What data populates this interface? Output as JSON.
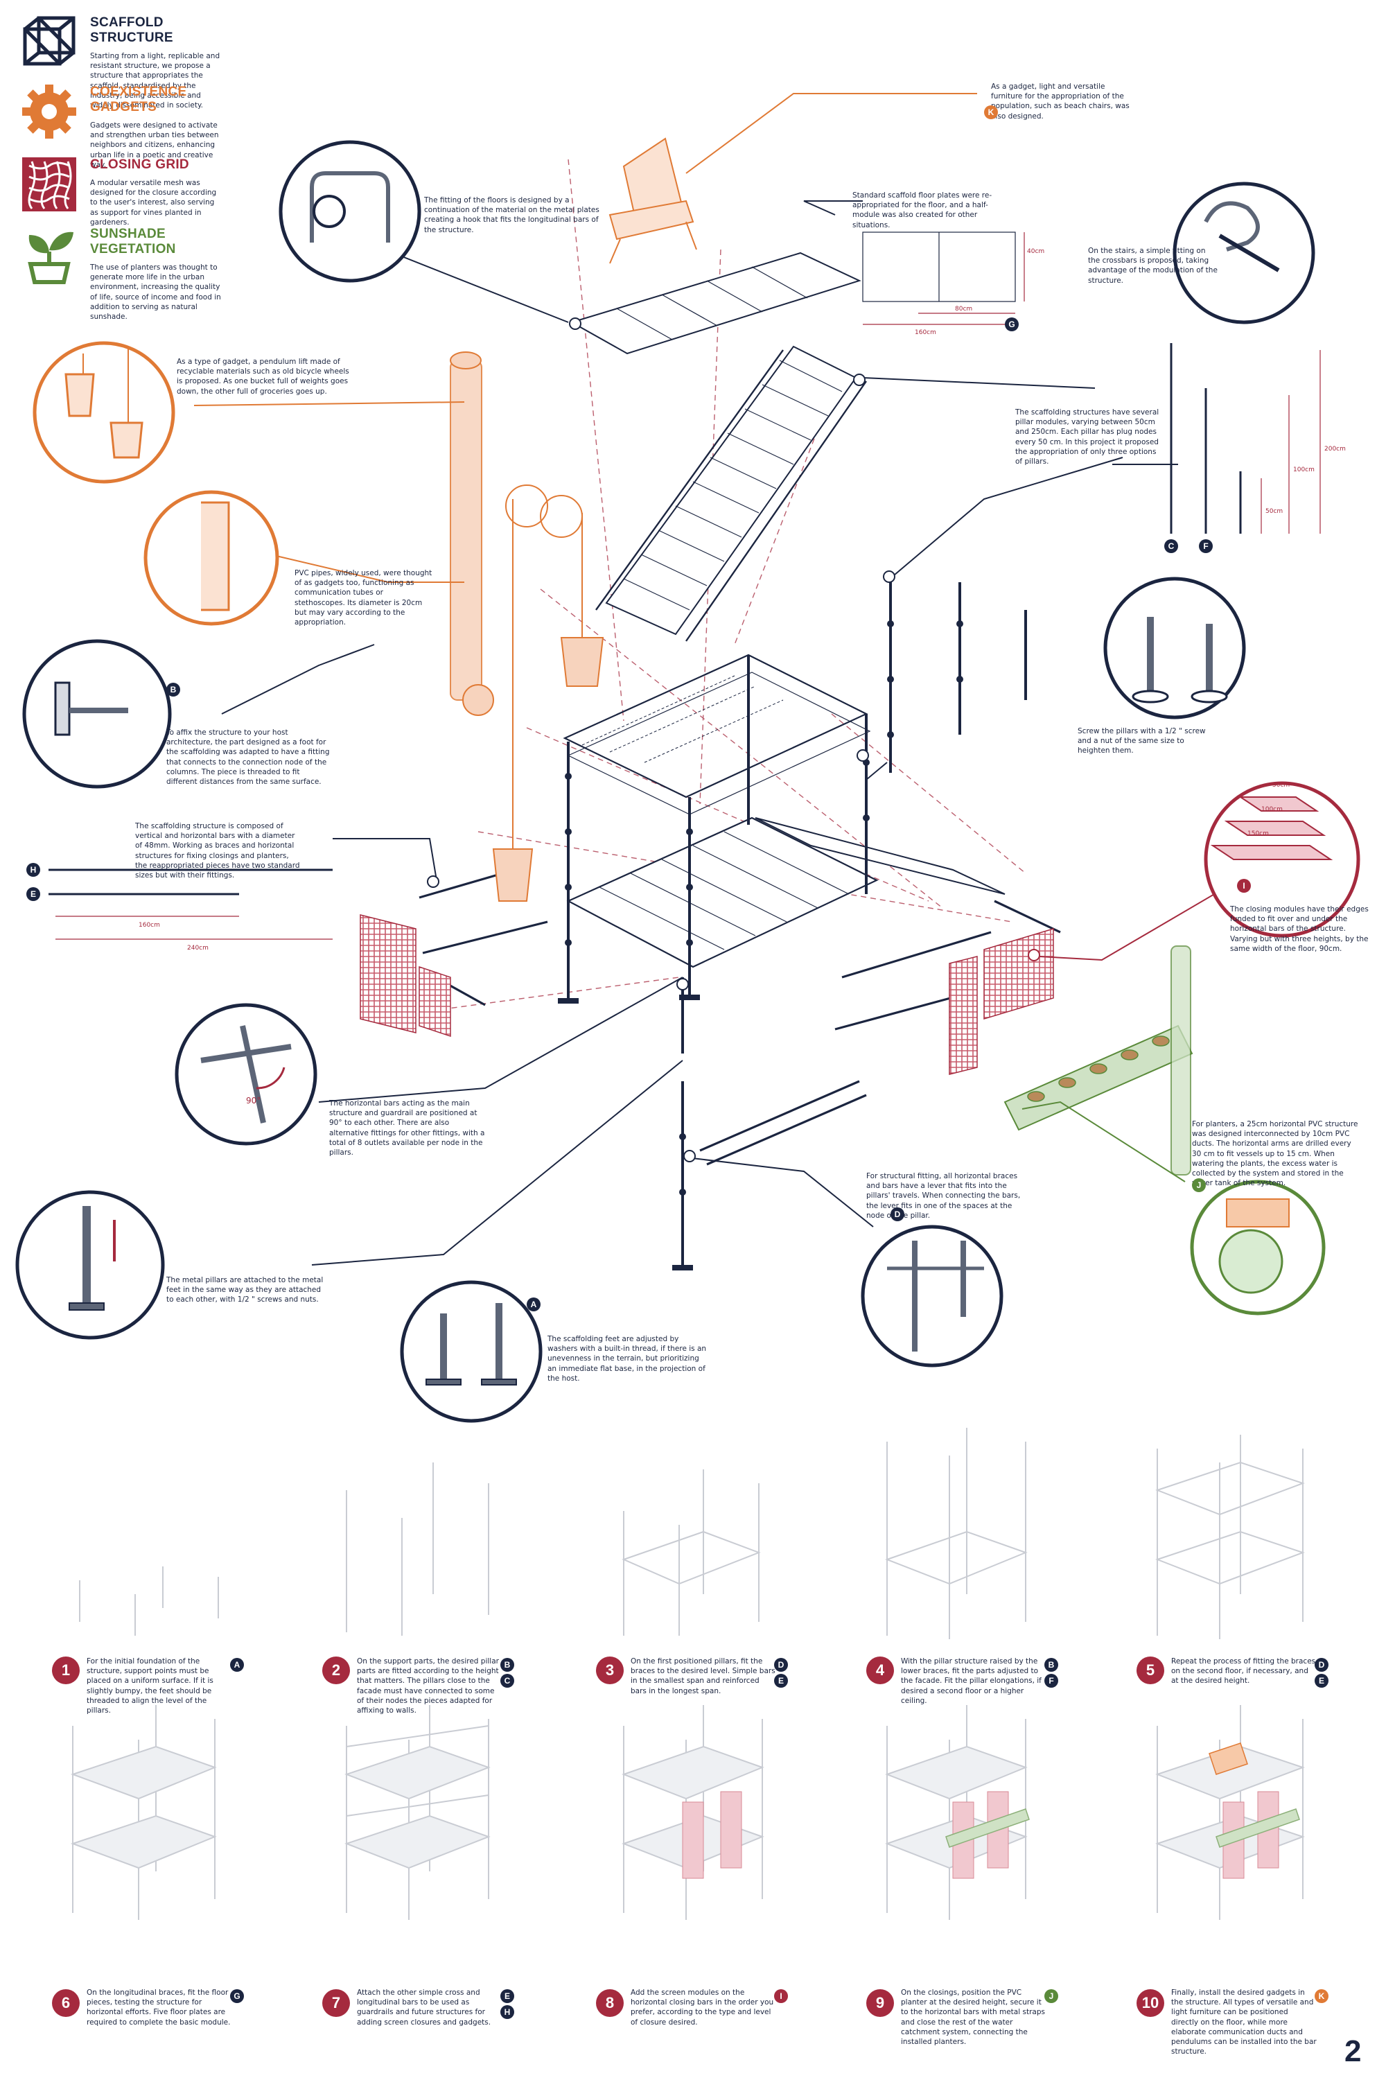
{
  "colors": {
    "navy": "#1b2540",
    "orange": "#e07a35",
    "red": "#a52a3e",
    "green": "#5a8a3a",
    "grid": "#c9ccd3"
  },
  "legend": [
    {
      "title": "SCAFFOLD STRUCTURE",
      "icon": "cube-wireframe-icon",
      "text": "Starting from a light, replicable and resistant structure, we propose a structure that appropriates the scaffold, standardised by the industry, being accessible and widely disseminated in society."
    },
    {
      "title": "COEXISTENCE GADGETS",
      "icon": "gear-icon",
      "text": "Gadgets were designed to activate and strengthen urban ties between neighbors and citizens, enhancing urban life in a poetic and creative way."
    },
    {
      "title": "CLOSING GRID",
      "icon": "grid-icon",
      "text": "A modular versatile mesh was designed for the closure according to the user's interest, also serving as support for vines planted in gardeners."
    },
    {
      "title": "SUNSHADE VEGETATION",
      "icon": "sprout-icon",
      "text": "The use of planters was thought to generate more life in the urban environment, increasing the quality of life, source of income and food in addition to serving as natural sunshade."
    }
  ],
  "callouts": {
    "floor_fitting": "The fitting of the floors is designed by a continuation of the material on the metal plates creating a hook that fits the longitudinal bars of the structure.",
    "gadget_chair": "As a gadget, light and versatile furniture for the appropriation of the population, such as beach chairs, was also designed.",
    "floor_plates": "Standard scaffold floor plates were re-appropriated for the floor, and a half-module was also created for other situations.",
    "stairs": "On the stairs, a simple fitting on the crossbars is proposed, taking advantage of the modulation of the structure.",
    "pendulum": "As a type of gadget, a pendulum lift made of recyclable materials such as old bicycle wheels is proposed. As one bucket full of weights goes down, the other full of groceries goes up.",
    "pillars": "The scaffolding structures have several pillar modules, varying between 50cm and 250cm. Each pillar has plug nodes every 50 cm. In this project it proposed the appropriation of only three options of pillars.",
    "pvc": "PVC pipes, widely used, were thought of as gadgets too, functioning as communication tubes or stethoscopes. Its diameter is 20cm but may vary according to the appropriation.",
    "wall": "To affix the structure to your host architecture, the part designed as a foot for the scaffolding was adapted to have a fitting that connects to the connection node of the columns. The piece is threaded to fit different distances from the same surface.",
    "screw": "Screw the pillars with a 1/2 \" screw and a nut of the same size to heighten them.",
    "horizontal": "The scaffolding structure is composed of vertical and horizontal bars with a diameter of 48mm. Working as braces and horizontal structures for fixing closings and planters, the reappropriated pieces have two standard sizes but with their fittings.",
    "closing": "The closing modules have their edges funded to fit over and under the horizontal bars of the structure. Varying but with three heights, by the same width of the floor, 90cm.",
    "horizontal_main": "The horizontal bars acting as the main structure and guardrail are positioned at 90° to each other. There are also alternative fittings for other fittings, with a total of 8 outlets available per node in the pillars.",
    "structural": "For structural fitting, all horizontal braces and bars have a lever that fits into the pillars' travels. When connecting the bars, the lever fits in one of the spaces at the node of the pillar.",
    "planters": "For planters, a 25cm horizontal PVC structure was designed interconnected by 10cm PVC ducts. The horizontal arms are drilled every 30 cm to fit vessels up to 15 cm. When watering the plants, the excess water is collected by the system and stored in the water tank of the system.",
    "metal_pillars": "The metal pillars are attached to the metal feet in the same way as they are attached to each other, with 1/2 \" screws and nuts.",
    "feet": "The scaffolding feet are adjusted by washers with a built-in thread, if there is an unevenness in the terrain, but prioritizing an immediate flat base, in the projection of the host."
  },
  "callout_letters": {
    "gadget_chair": "K",
    "floor_plates": "G",
    "pillars_c": "C",
    "pillars_f": "F",
    "wall": "B",
    "horizontal_h": "H",
    "horizontal_e": "E",
    "closing": "I",
    "structural": "D",
    "planters": "J",
    "feet": "A"
  },
  "dimensions": {
    "plate_height": "40cm",
    "plate_half": "80cm",
    "plate_full": "160cm",
    "pillar_a": "50cm",
    "pillar_b": "100cm",
    "pillar_c": "200cm",
    "bar_short": "160cm",
    "bar_long": "240cm",
    "closing_a": "50cm",
    "closing_b": "100cm",
    "closing_c": "150cm",
    "angle": "90°"
  },
  "steps": [
    {
      "n": "1",
      "text": "For the initial foundation of the structure, support points must be placed on a uniform surface. If it is slightly bumpy, the feet should be threaded to align the level of the pillars.",
      "letters": [
        "A"
      ]
    },
    {
      "n": "2",
      "text": "On the support parts, the desired pillar parts are fitted according to the height that matters. The pillars close to the facade must have connected to some of their nodes the pieces adapted for affixing to walls.",
      "letters": [
        "B",
        "C"
      ]
    },
    {
      "n": "3",
      "text": "On the first positioned pillars, fit the braces to the desired level. Simple bars in the smallest span and reinforced bars in the longest span.",
      "letters": [
        "D",
        "E"
      ]
    },
    {
      "n": "4",
      "text": "With the pillar structure raised by the lower braces, fit the parts adjusted to the facade. Fit the pillar elongations, if desired a second floor or a higher ceiling.",
      "letters": [
        "B",
        "F"
      ]
    },
    {
      "n": "5",
      "text": "Repeat the process of fitting the braces on the second floor, if necessary, and at the desired height.",
      "letters": [
        "D",
        "E"
      ]
    },
    {
      "n": "6",
      "text": "On the longitudinal braces, fit the floor pieces, testing the structure for horizontal efforts. Five floor plates are required to complete the basic module.",
      "letters": [
        "G"
      ]
    },
    {
      "n": "7",
      "text": "Attach the other simple cross and longitudinal bars to be used as guardrails and future structures for adding screen closures and gadgets.",
      "letters": [
        "E",
        "H"
      ]
    },
    {
      "n": "8",
      "text": "Add the screen modules on the horizontal closing bars in the order you prefer, according to the type and level of closure desired.",
      "letters": [
        "I"
      ]
    },
    {
      "n": "9",
      "text": "On the closings, position the PVC planter at the desired height, secure it to the horizontal bars with metal straps and close the rest of the water catchment system, connecting the installed planters.",
      "letters": [
        "J"
      ]
    },
    {
      "n": "10",
      "text": "Finally, install the desired gadgets in the structure. All types of versatile and light furniture can be positioned directly on the floor, while more elaborate communication ducts and pendulums can be installed into the bar structure.",
      "letters": [
        "K"
      ]
    }
  ],
  "page_number": "2"
}
